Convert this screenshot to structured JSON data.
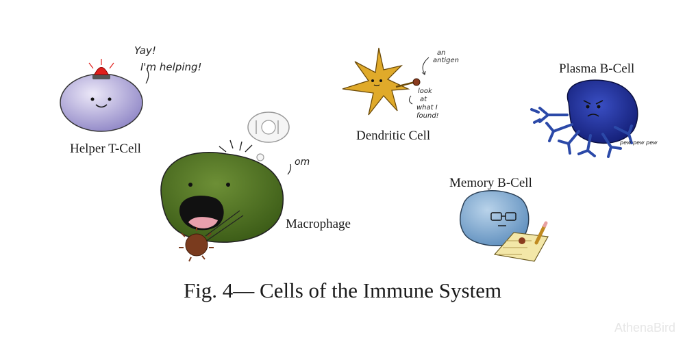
{
  "cells": {
    "helper_t": {
      "label": "Helper T-Cell",
      "speech_line1": "Yay!",
      "speech_line2": "I'm helping!"
    },
    "macrophage": {
      "label": "Macrophage",
      "sound": "om"
    },
    "dendritic": {
      "label": "Dendritic Cell",
      "note_antigen_line1": "an",
      "note_antigen_line2": "antigen",
      "note_found": [
        "look",
        "at",
        "what I",
        "found!"
      ]
    },
    "plasma_b": {
      "label": "Plasma B-Cell",
      "sound": "pew pew pew"
    },
    "memory_b": {
      "label": "Memory B-Cell"
    }
  },
  "caption": "Fig. 4— Cells of the Immune System",
  "watermark": "AthenaBird",
  "colors": {
    "helper_t": "#a79fd6",
    "macrophage": "#4a6e1f",
    "dendritic": "#e0aa2a",
    "plasma_b": "#1f2f9a",
    "memory_b": "#7fa9cf",
    "antibody": "#2b49a8"
  }
}
